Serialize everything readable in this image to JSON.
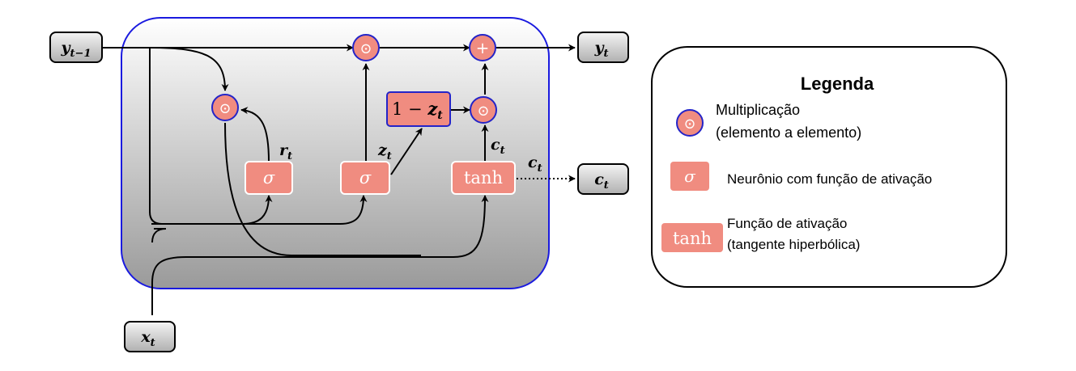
{
  "inputs": {
    "y_prev": {
      "base": "y",
      "sub": "t−1"
    },
    "x_t": {
      "base": "x",
      "sub": "t"
    }
  },
  "outputs": {
    "y_t": {
      "base": "y",
      "sub": "t"
    },
    "c_t": {
      "base": "c",
      "sub": "t"
    }
  },
  "nodes": {
    "sigma_r": "σ",
    "sigma_z": "σ",
    "tanh": "tanh",
    "one_minus_z": {
      "prefix": "1 − ",
      "base": "z",
      "sub": "t"
    },
    "odot": "⊙",
    "plus": "+"
  },
  "labels": {
    "r_t": {
      "base": "r",
      "sub": "t"
    },
    "z_t": {
      "base": "z",
      "sub": "t"
    },
    "c_t_upper": {
      "base": "c",
      "sub": "t"
    },
    "c_t_dotted": {
      "base": "c",
      "sub": "t"
    }
  },
  "legend": {
    "title": "Legenda",
    "mult_line1": "Multiplicação",
    "mult_line2": "(elemento a elemento)",
    "sigma_symbol": "σ",
    "sigma_text": "Neurônio com função de ativação",
    "tanh_symbol": "tanh",
    "tanh_line1": "Função de ativação",
    "tanh_line2": "(tangente hiperbólica)"
  },
  "colors": {
    "cell_border": "#1a1adf",
    "node_fill": "#f08c80",
    "op_border": "#2424c8",
    "io_fill_top": "#f0f0f0",
    "io_fill_bottom": "#b8b8b8"
  }
}
